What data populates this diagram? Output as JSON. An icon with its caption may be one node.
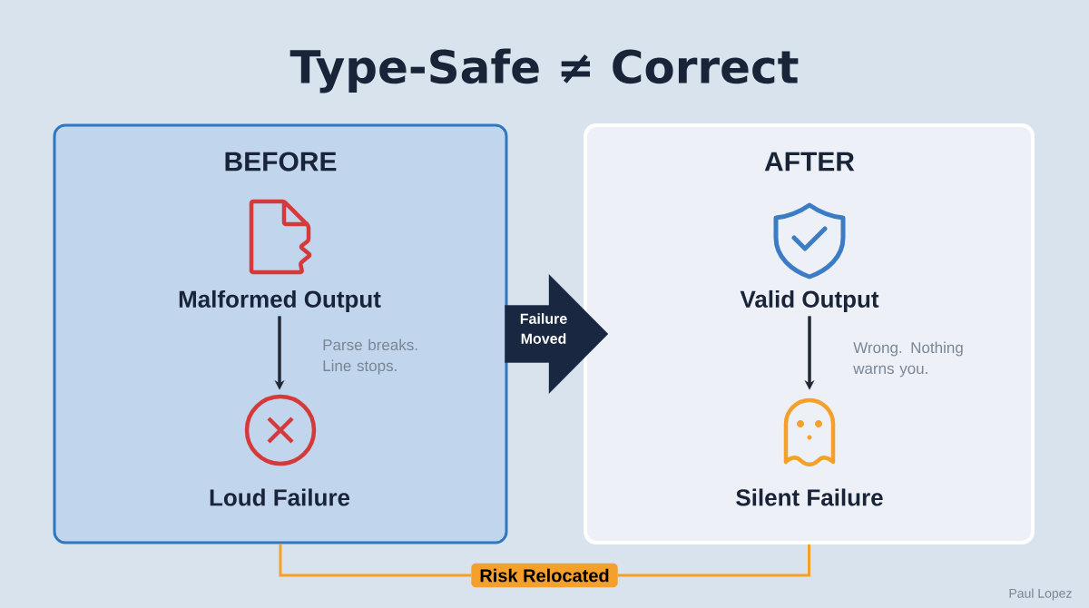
{
  "diagram": {
    "title": "Type-Safe ≠ Correct",
    "nodes": [
      {
        "text": [
          "BEFORE"
        ]
      },
      {
        "text": [
          "Malformed Output"
        ],
        "in": 0
      },
      {
        "text": [
          "Loud Failure"
        ],
        "in": 0
      },
      {
        "text": [
          "AFTER"
        ]
      },
      {
        "text": [
          "Valid Output"
        ],
        "in": 3
      },
      {
        "text": [
          "Silent Failure"
        ],
        "in": 3
      },
      {
        "text": [
          "Risk Relocated"
        ]
      }
    ],
    "edges": [
      {
        "from": 1,
        "to": 2,
        "arrow": "to",
        "label": "Parse breaks. Line stops."
      },
      {
        "from": 4,
        "to": 5,
        "arrow": "to",
        "label": "Wrong. Nothing warns you."
      },
      {
        "from": 0,
        "to": 3,
        "arrow": "to",
        "label": "Failure Moved",
        "style": "thick",
        "color": "#1a2740"
      },
      {
        "from": 0,
        "to": 6,
        "arrow": "none",
        "color": "#f4a02a"
      },
      {
        "from": 3,
        "to": 6,
        "arrow": "none",
        "color": "#f4a02a"
      }
    ],
    "labels": [
      "Paul Lopez"
    ]
  }
}
